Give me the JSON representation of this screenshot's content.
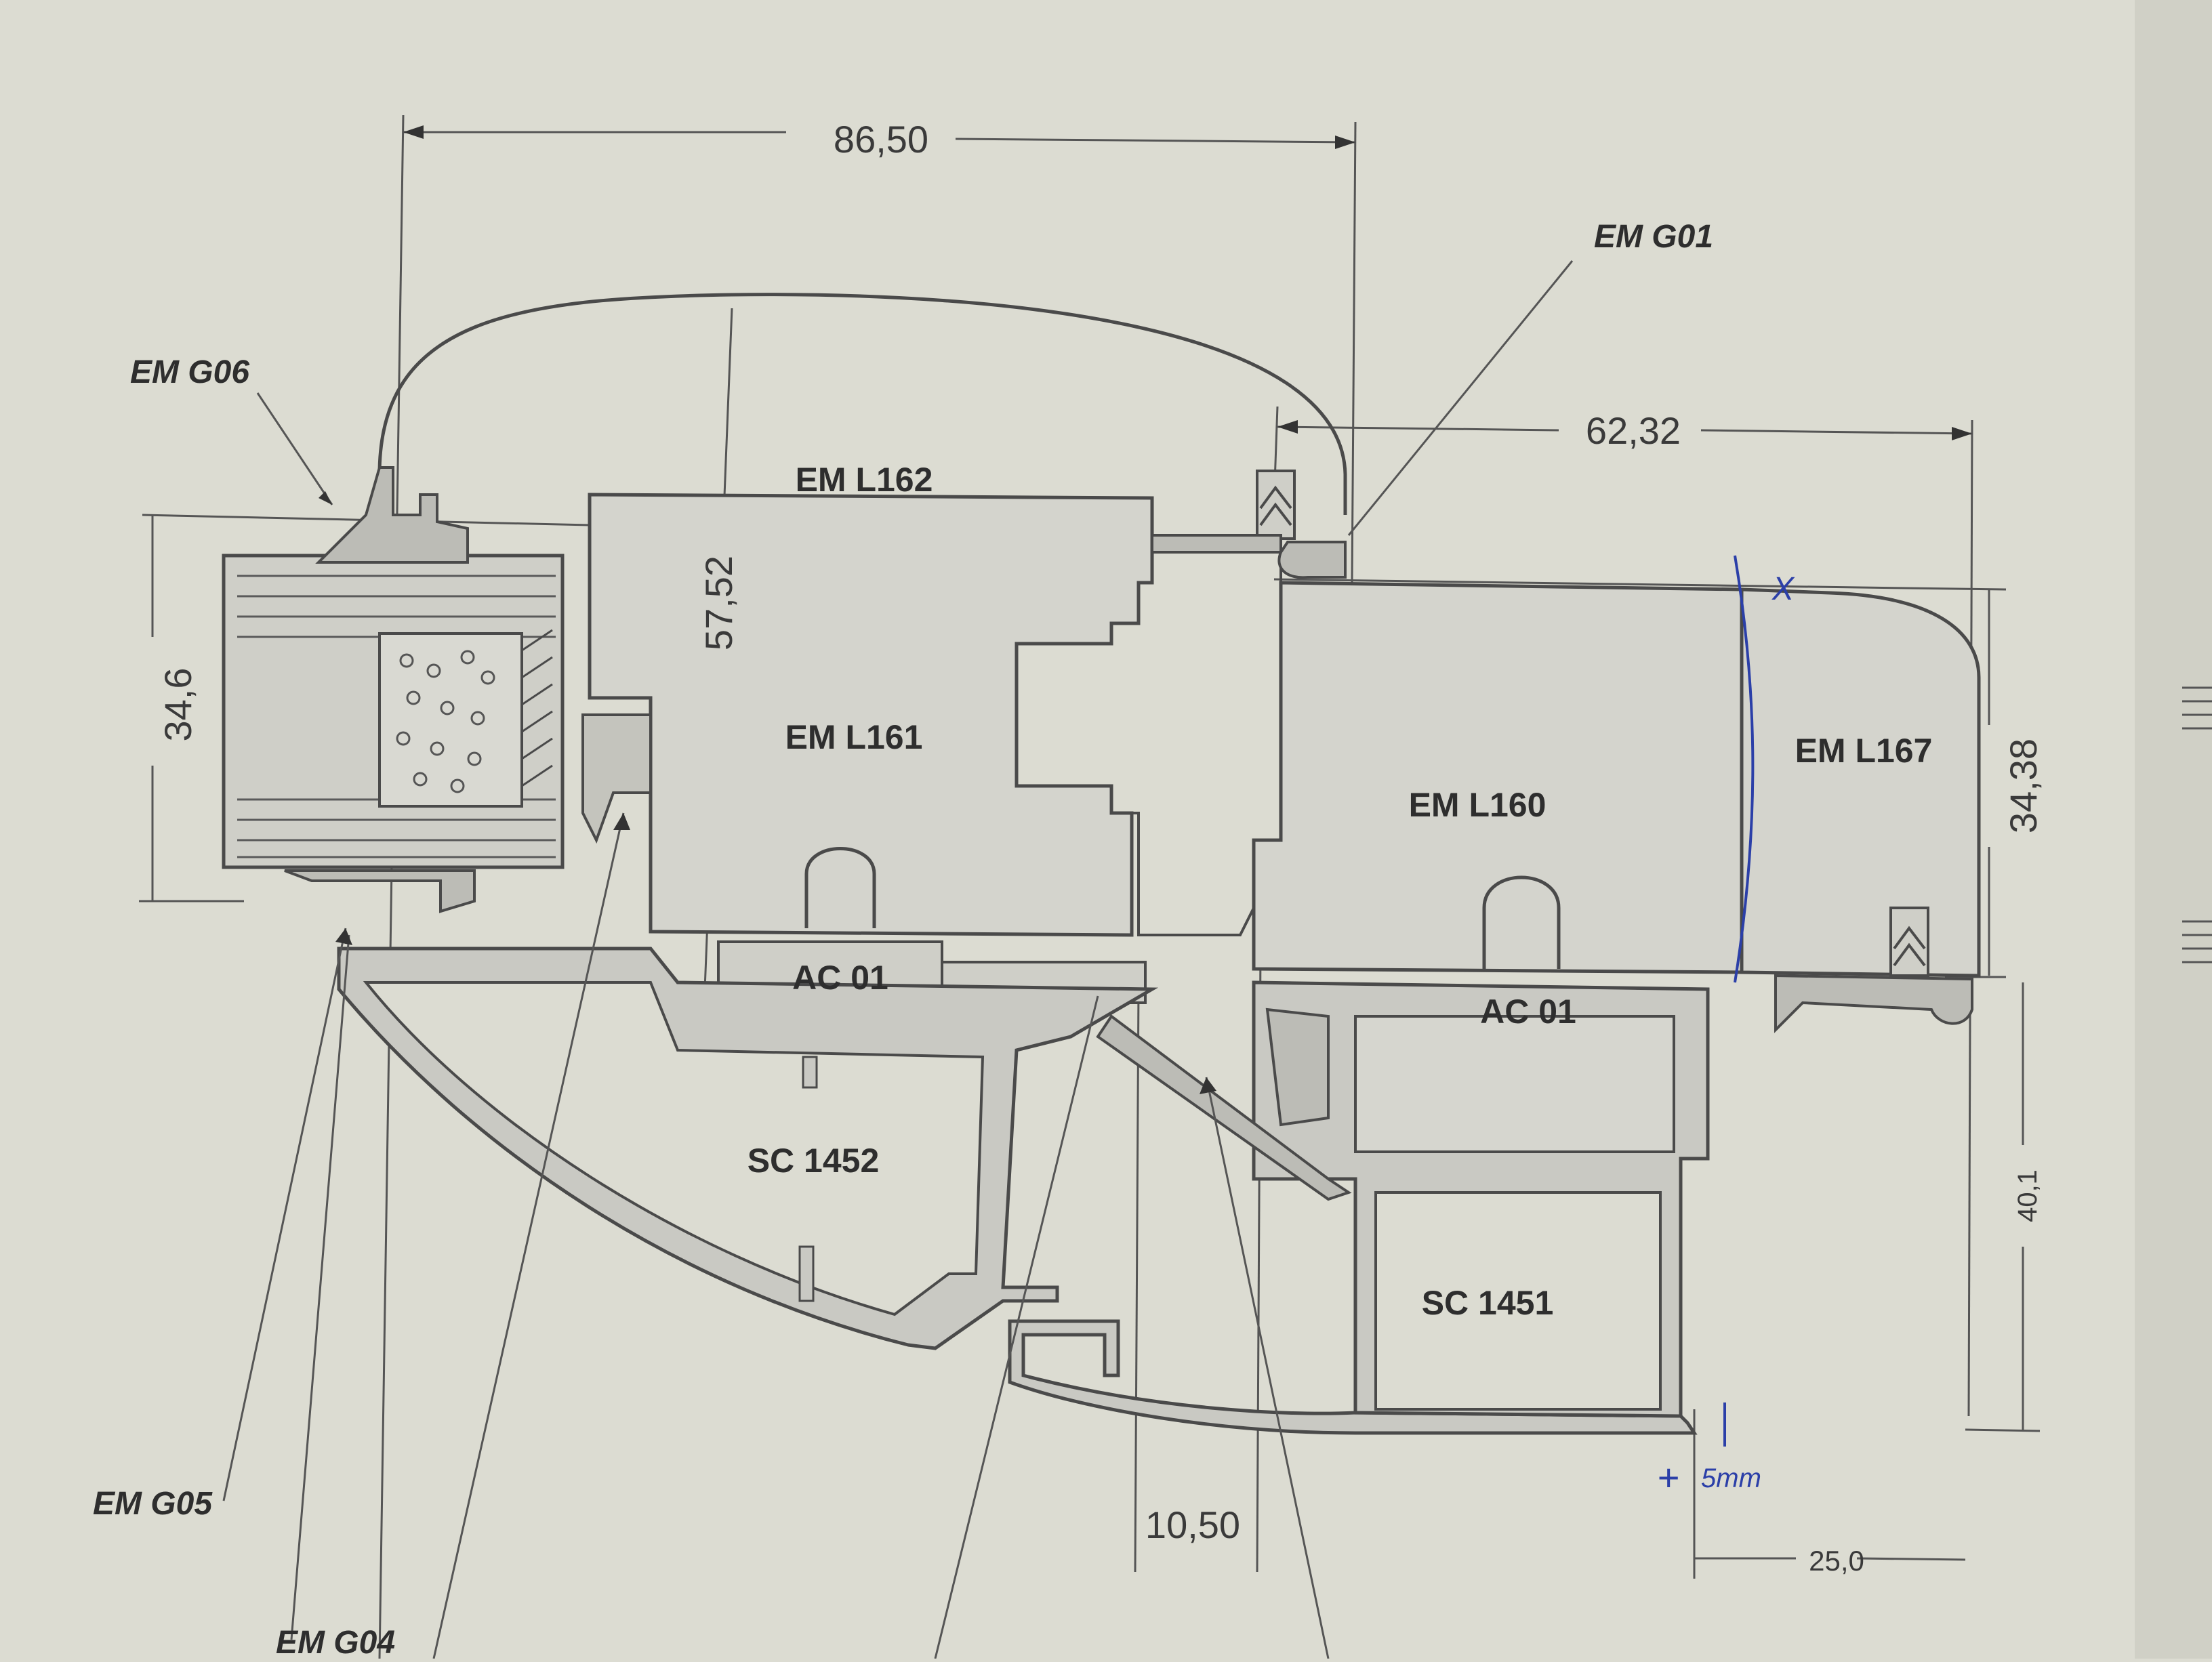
{
  "dimensions": {
    "top_width": "86,50",
    "right_width": "62,32",
    "left_height": "34,6",
    "mid_height": "57,52",
    "right_height": "34,38",
    "right_lower_height": "40,1",
    "bottom_gap": "10,50",
    "bottom_right": "25,0"
  },
  "parts": {
    "l162": "EM L162",
    "l161": "EM L161",
    "l160": "EM L160",
    "l167": "EM L167",
    "ac01_left": "AC 01",
    "ac01_right": "AC 01",
    "sc1452": "SC 1452",
    "sc1451": "SC 1451"
  },
  "gaskets": {
    "g01": "EM G01",
    "g06": "EM G06",
    "g05": "EM G05",
    "g04": "EM G04"
  },
  "handwritten": {
    "plus": "+",
    "note": "5mm",
    "mark": "X"
  },
  "colors": {
    "paper": "#dcdcd2",
    "profile_fill": "#c9c9c3",
    "line": "#4a4a4a",
    "handwriting": "#2b3fa8"
  }
}
